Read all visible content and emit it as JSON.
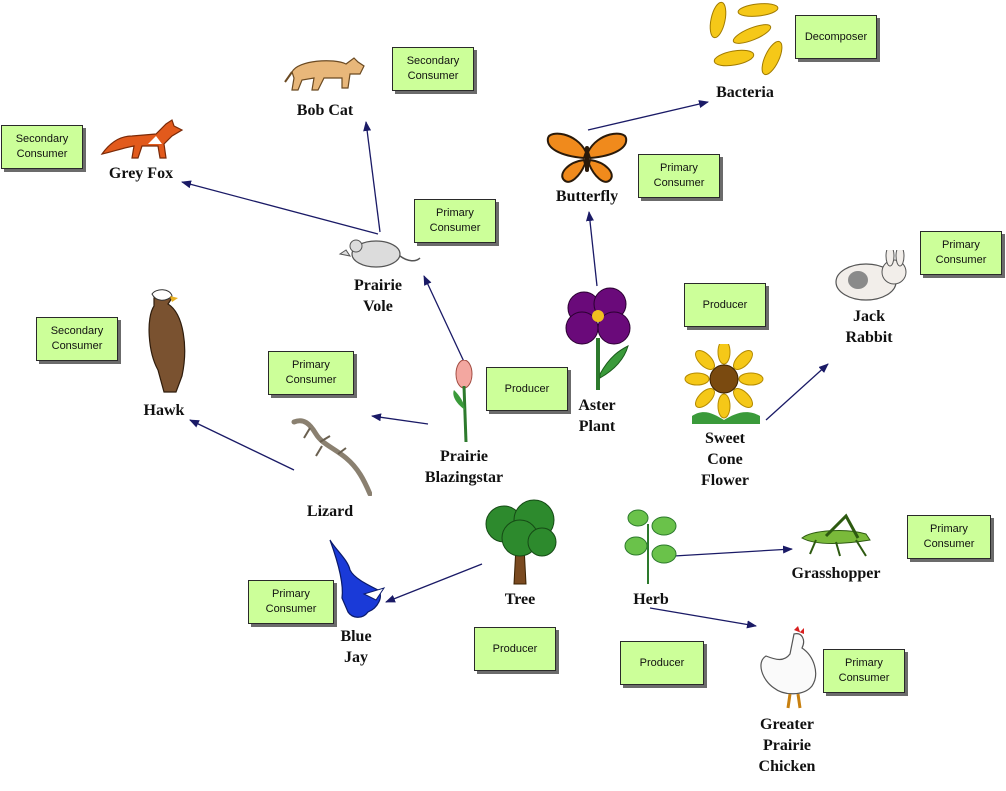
{
  "colors": {
    "arrow": "#1a1a66",
    "tag_bg": "#ccff99"
  },
  "organisms": {
    "bobcat": "Bob Cat",
    "greyfox": "Grey Fox",
    "bacteria": "Bacteria",
    "butterfly": "Butterfly",
    "vole": "Prairie\nVole",
    "jackrabbit": "Jack\nRabbit",
    "hawk": "Hawk",
    "aster": "Aster\nPlant",
    "blazingstar": "Prairie\nBlazingstar",
    "sunflower": "Sweet\nCone\nFlower",
    "lizard": "Lizard",
    "tree": "Tree",
    "herb": "Herb",
    "grasshopper": "Grasshopper",
    "bluejay": "Blue\nJay",
    "chicken": "Greater\nPrairie\nChicken"
  },
  "tags": {
    "bobcat": "Secondary\nConsumer",
    "greyfox": "Secondary\nConsumer",
    "bacteria": "Decomposer",
    "butterfly": "Primary\nConsumer",
    "vole": "Primary\nConsumer",
    "jackrabbit": "Primary\nConsumer",
    "aster": "Producer",
    "hawk": "Secondary\nConsumer",
    "lizard": "Primary\nConsumer",
    "blazingstar": "Producer",
    "grasshopper": "Primary\nConsumer",
    "bluejay": "Primary\nConsumer",
    "tree": "Producer",
    "herb": "Producer",
    "chicken": "Primary\nConsumer"
  },
  "links": [
    {
      "from": "vole",
      "to": "bobcat"
    },
    {
      "from": "vole",
      "to": "greyfox"
    },
    {
      "from": "blazingstar",
      "to": "vole"
    },
    {
      "from": "aster",
      "to": "butterfly"
    },
    {
      "from": "butterfly",
      "to": "bacteria"
    },
    {
      "from": "sunflower",
      "to": "jackrabbit"
    },
    {
      "from": "blazingstar",
      "to": "lizard"
    },
    {
      "from": "lizard",
      "to": "hawk"
    },
    {
      "from": "tree",
      "to": "bluejay"
    },
    {
      "from": "herb",
      "to": "grasshopper"
    },
    {
      "from": "herb",
      "to": "chicken"
    }
  ]
}
